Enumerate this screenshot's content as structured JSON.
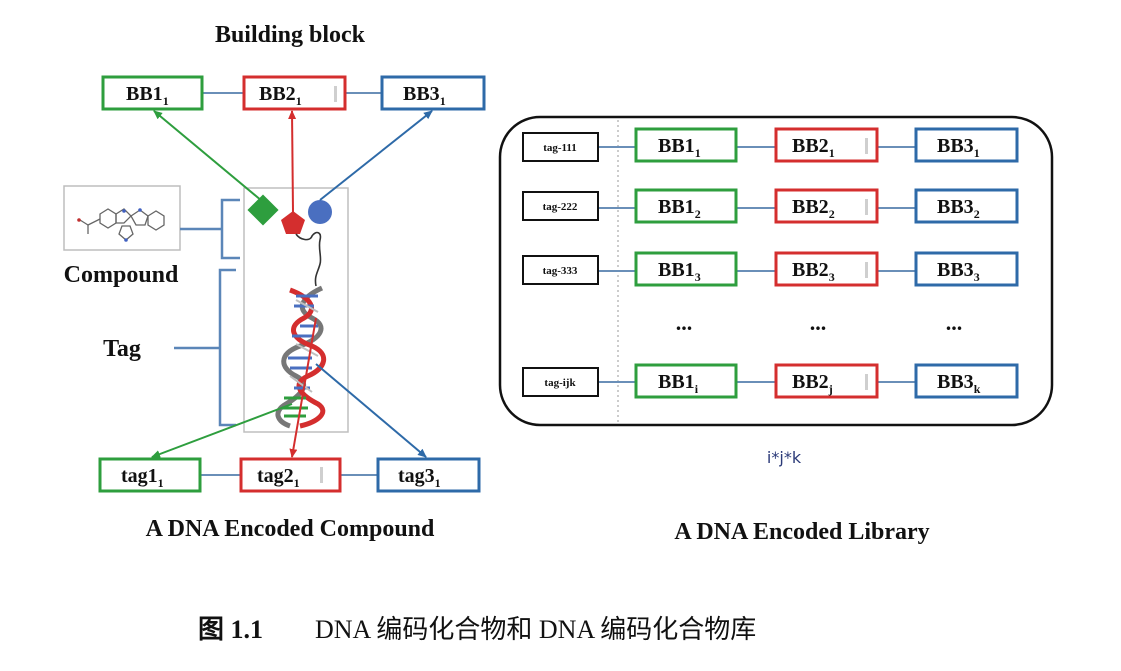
{
  "colors": {
    "green": "#2e9e3e",
    "red": "#d42e2e",
    "blue": "#2e6aa8",
    "bracket_blue": "#5b86b8",
    "connector": "#6a8fb8"
  },
  "left": {
    "building_block_title": "Building block",
    "bb_boxes": [
      {
        "main": "BB1",
        "sub": "1"
      },
      {
        "main": "BB2",
        "sub": "1"
      },
      {
        "main": "BB3",
        "sub": "1"
      }
    ],
    "compound_label": "Compound",
    "tag_label": "Tag",
    "tag_boxes": [
      {
        "main": "tag1",
        "sub": "1"
      },
      {
        "main": "tag2",
        "sub": "1"
      },
      {
        "main": "tag3",
        "sub": "1"
      }
    ],
    "caption": "A DNA Encoded Compound"
  },
  "right": {
    "rows": [
      {
        "tag": "tag-111",
        "bb1": {
          "main": "BB1",
          "sub": "1"
        },
        "bb2": {
          "main": "BB2",
          "sub": "1"
        },
        "bb3": {
          "main": "BB3",
          "sub": "1"
        }
      },
      {
        "tag": "tag-222",
        "bb1": {
          "main": "BB1",
          "sub": "2"
        },
        "bb2": {
          "main": "BB2",
          "sub": "2"
        },
        "bb3": {
          "main": "BB3",
          "sub": "2"
        }
      },
      {
        "tag": "tag-333",
        "bb1": {
          "main": "BB1",
          "sub": "3"
        },
        "bb2": {
          "main": "BB2",
          "sub": "3"
        },
        "bb3": {
          "main": "BB3",
          "sub": "3"
        }
      },
      {
        "tag": "tag-ijk",
        "bb1": {
          "main": "BB1",
          "sub": "i"
        },
        "bb2": {
          "main": "BB2",
          "sub": "j"
        },
        "bb3": {
          "main": "BB3",
          "sub": "k"
        }
      }
    ],
    "ellipsis": "...",
    "formula": "i*j*k",
    "caption": "A DNA Encoded Library"
  },
  "figure_caption": {
    "number": "图 1.1",
    "text": "DNA 编码化合物和 DNA 编码化合物库"
  }
}
